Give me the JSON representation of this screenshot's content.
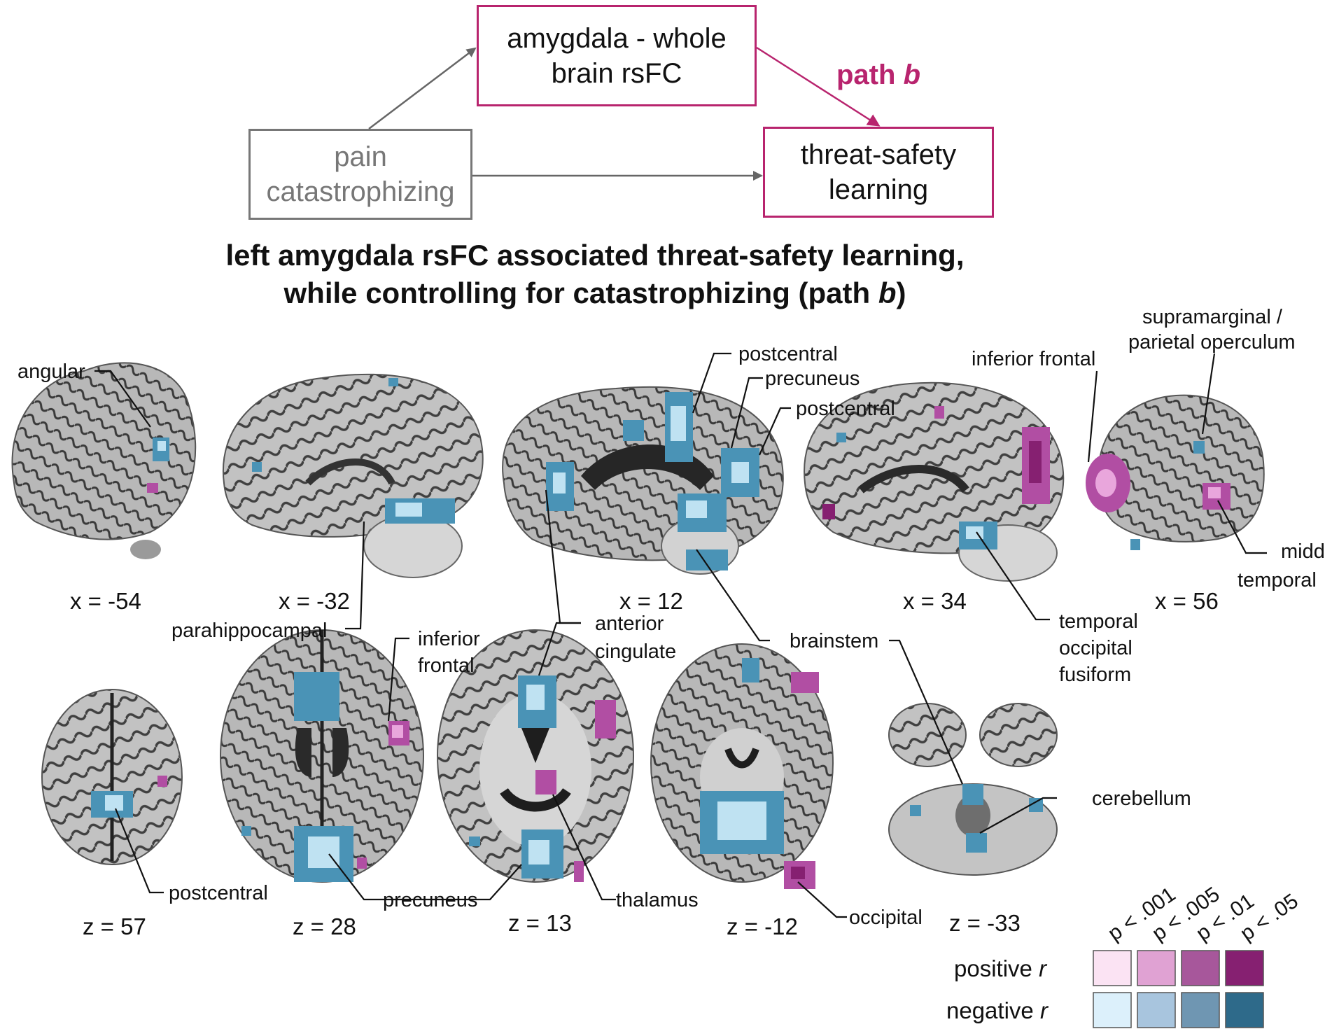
{
  "diagram": {
    "mediator_line1": "amygdala - whole",
    "mediator_line2": "brain rsFC",
    "predictor_line1": "pain",
    "predictor_line2": "catastrophizing",
    "outcome_line1": "threat-safety",
    "outcome_line2": "learning",
    "path_label": "path",
    "path_label_italic": "b"
  },
  "title": {
    "line1": "left amygdala rsFC associated threat-safety learning,",
    "line2_prefix": "while controlling for catastrophizing (path ",
    "line2_italic": "b",
    "line2_suffix": ")"
  },
  "sagittal_coords": [
    "x = -54",
    "x = -32",
    "x = 12",
    "x = 34",
    "x = 56"
  ],
  "axial_coords": [
    "z = 57",
    "z = 28",
    "z = 13",
    "z = -12",
    "z = -33"
  ],
  "region_labels": {
    "angular": "angular",
    "parahippocampal": "parahippocampal",
    "postcentral_top": "postcentral",
    "precuneus_top": "precuneus",
    "postcentral_right": "postcentral",
    "inferior_frontal_sag": "inferior frontal",
    "supramarginal_1": "supramarginal /",
    "supramarginal_2": "parietal operculum",
    "middle_temporal_1": "middle",
    "middle_temporal_2": "temporal",
    "anterior_cingulate_1": "anterior",
    "anterior_cingulate_2": "cingulate",
    "inferior_frontal_ax_1": "inferior",
    "inferior_frontal_ax_2": "frontal",
    "brainstem": "brainstem",
    "tof_1": "temporal",
    "tof_2": "occipital",
    "tof_3": "fusiform",
    "cerebellum": "cerebellum",
    "postcentral_ax": "postcentral",
    "precuneus_ax": "precuneus",
    "thalamus": "thalamus",
    "occipital": "occipital"
  },
  "legend": {
    "thresholds": [
      "p < .001",
      "p < .005",
      "p < .01",
      "p < .05"
    ],
    "positive_label": "positive",
    "negative_label": "negative",
    "r_symbol": "r",
    "positive_colors": [
      "#fbe3f3",
      "#e0a2d3",
      "#a7579b",
      "#862071"
    ],
    "negative_colors": [
      "#dcf0fb",
      "#a8c5de",
      "#6f96b2",
      "#2e6a8a"
    ]
  },
  "colors": {
    "accent_magenta": "#b8246e",
    "predictor_gray": "#777777",
    "cluster_blue": "#4a93b6",
    "cluster_blue_light": "#bfe2f2",
    "cluster_magenta": "#b14ea3",
    "cluster_pink": "#e9a6dc"
  }
}
